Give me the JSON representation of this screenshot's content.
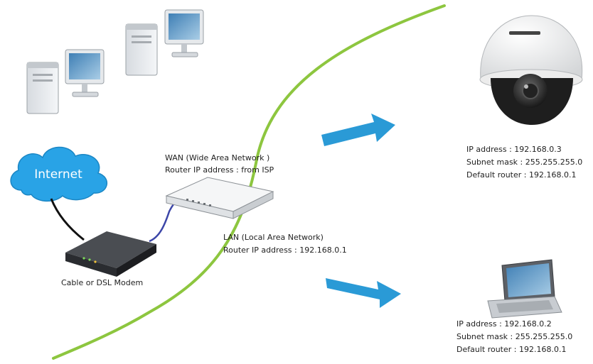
{
  "internet": {
    "label": "Internet"
  },
  "modem": {
    "label": "Cable or DSL Modem"
  },
  "wan": {
    "title": "WAN (Wide Area Network )",
    "router_ip": "Router IP address : from ISP"
  },
  "lan": {
    "title": "LAN (Local Area Network)",
    "router_ip": "Router IP address : 192.168.0.1"
  },
  "camera": {
    "ip": "IP address : 192.168.0.3",
    "subnet": "Subnet mask : 255.255.255.0",
    "gateway": "Default router : 192.168.0.1"
  },
  "laptop": {
    "ip": "IP address : 192.168.0.2",
    "subnet": "Subnet mask : 255.255.255.0",
    "gateway": "Default router : 192.168.0.1"
  },
  "colors": {
    "boundary_line": "#8dc63f",
    "arrow": "#2a9ad6",
    "cloud": "#29a3e6",
    "cable_black": "#111111",
    "cable_blue": "#3c46a8"
  },
  "icons": [
    "desktop-computer-icon",
    "internet-cloud-icon",
    "modem-icon",
    "router-icon",
    "dome-camera-icon",
    "laptop-icon",
    "arrow-icon"
  ]
}
